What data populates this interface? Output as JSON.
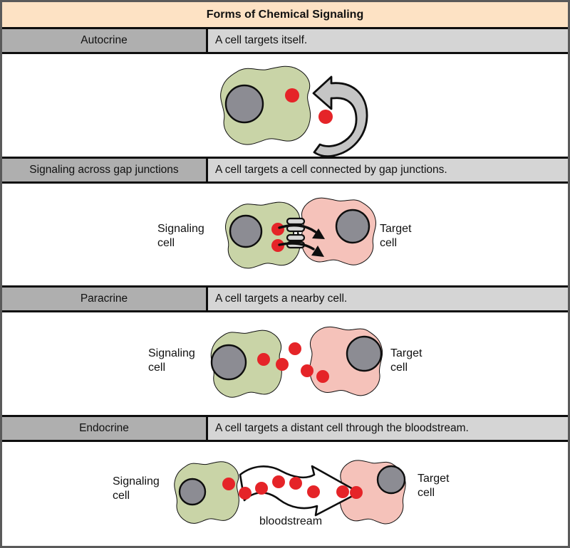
{
  "title": "Forms of Chemical Signaling",
  "rows": [
    {
      "term": "Autocrine",
      "description": "A cell targets itself."
    },
    {
      "term": "Signaling across gap junctions",
      "description": "A cell targets a cell connected by gap junctions.",
      "signaling_cell_label": "Signaling cell",
      "target_cell_label": "Target cell"
    },
    {
      "term": "Paracrine",
      "description": "A cell targets a nearby cell.",
      "signaling_cell_label": "Signaling cell",
      "target_cell_label": "Target cell"
    },
    {
      "term": "Endocrine",
      "description": "A cell targets a distant cell through the bloodstream.",
      "signaling_cell_label": "Signaling cell",
      "target_cell_label": "Target cell",
      "bloodstream_label": "bloodstream"
    }
  ],
  "colors": {
    "outer_border": "#5a5a5a",
    "line": "#0e0e0e",
    "title_bg": "#FDE2C4",
    "term_bg": "#AFAFAF",
    "desc_bg": "#D5D5D5",
    "signaling_cell_fill": "#C9D4A7",
    "target_cell_fill": "#F5C2BA",
    "nucleus_fill": "#8C8C93",
    "ligand_red": "#E52428",
    "arrow_gray": "#C5C5C5",
    "junction_fill": "#D8D8D8"
  }
}
